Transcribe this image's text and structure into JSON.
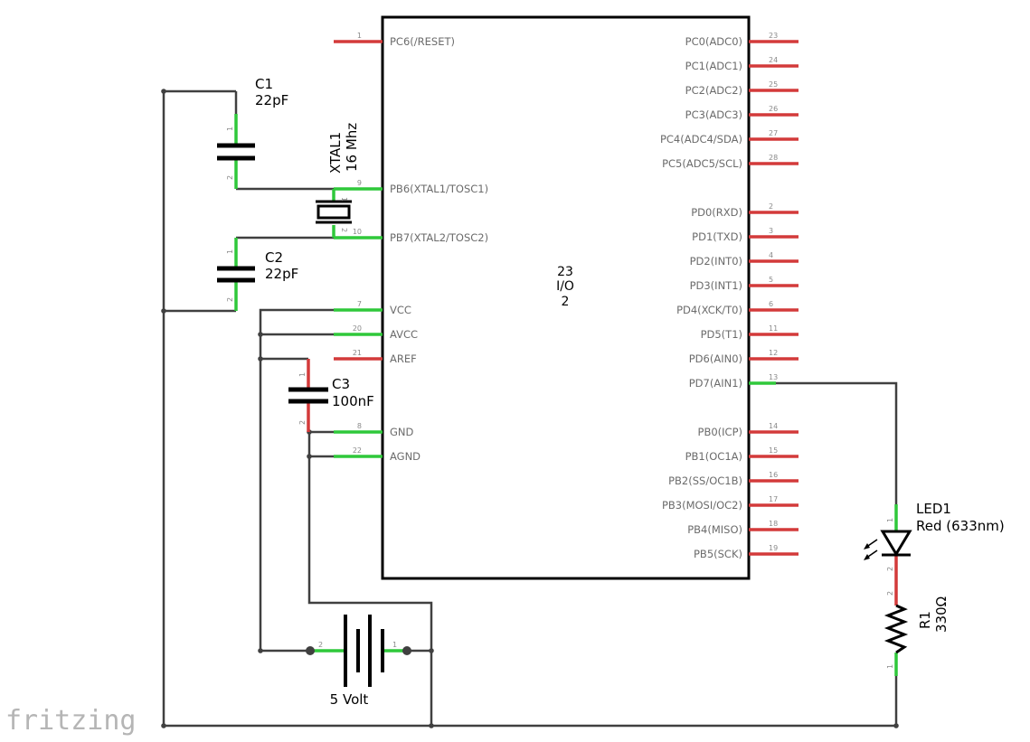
{
  "colors": {
    "wire": "#404040",
    "pin_unconnected": "#d33a3a",
    "pin_connected": "#2fc83a",
    "outline": "#000000",
    "logo": "#b5b5b5"
  },
  "logo": "fritzing",
  "chip": {
    "label_line1": "23",
    "label_line2": "I/O",
    "label_line3": "2"
  },
  "left_pins": [
    {
      "num": "1",
      "label": "PC6(/RESET)",
      "connected": false
    },
    {
      "num": "9",
      "label": "PB6(XTAL1/TOSC1)",
      "connected": true
    },
    {
      "num": "10",
      "label": "PB7(XTAL2/TOSC2)",
      "connected": true
    },
    {
      "num": "7",
      "label": "VCC",
      "connected": true
    },
    {
      "num": "20",
      "label": "AVCC",
      "connected": true
    },
    {
      "num": "21",
      "label": "AREF",
      "connected": false
    },
    {
      "num": "8",
      "label": "GND",
      "connected": true
    },
    {
      "num": "22",
      "label": "AGND",
      "connected": true
    }
  ],
  "right_pins": [
    {
      "num": "23",
      "label": "PC0(ADC0)",
      "connected": false
    },
    {
      "num": "24",
      "label": "PC1(ADC1)",
      "connected": false
    },
    {
      "num": "25",
      "label": "PC2(ADC2)",
      "connected": false
    },
    {
      "num": "26",
      "label": "PC3(ADC3)",
      "connected": false
    },
    {
      "num": "27",
      "label": "PC4(ADC4/SDA)",
      "connected": false
    },
    {
      "num": "28",
      "label": "PC5(ADC5/SCL)",
      "connected": false
    },
    {
      "num": "2",
      "label": "PD0(RXD)",
      "connected": false
    },
    {
      "num": "3",
      "label": "PD1(TXD)",
      "connected": false
    },
    {
      "num": "4",
      "label": "PD2(INT0)",
      "connected": false
    },
    {
      "num": "5",
      "label": "PD3(INT1)",
      "connected": false
    },
    {
      "num": "6",
      "label": "PD4(XCK/T0)",
      "connected": false
    },
    {
      "num": "11",
      "label": "PD5(T1)",
      "connected": false
    },
    {
      "num": "12",
      "label": "PD6(AIN0)",
      "connected": false
    },
    {
      "num": "13",
      "label": "PD7(AIN1)",
      "connected": true
    },
    {
      "num": "14",
      "label": "PB0(ICP)",
      "connected": false
    },
    {
      "num": "15",
      "label": "PB1(OC1A)",
      "connected": false
    },
    {
      "num": "16",
      "label": "PB2(SS/OC1B)",
      "connected": false
    },
    {
      "num": "17",
      "label": "PB3(MOSI/OC2)",
      "connected": false
    },
    {
      "num": "18",
      "label": "PB4(MISO)",
      "connected": false
    },
    {
      "num": "19",
      "label": "PB5(SCK)",
      "connected": false
    }
  ],
  "components": {
    "c1": {
      "name": "C1",
      "value": "22pF",
      "pin1": "1",
      "pin2": "2"
    },
    "c2": {
      "name": "C2",
      "value": "22pF",
      "pin1": "1",
      "pin2": "2"
    },
    "c3": {
      "name": "C3",
      "value": "100nF",
      "pin1": "1",
      "pin2": "2"
    },
    "xtal": {
      "name": "XTAL1",
      "value": "16 Mhz",
      "pin1": "1",
      "pin2": "2"
    },
    "battery": {
      "label": "5 Volt",
      "pin1": "1",
      "pin2": "2"
    },
    "led": {
      "name": "LED1",
      "value": "Red (633nm)",
      "pin1": "1",
      "pin2": "2"
    },
    "r1": {
      "name": "R1",
      "value": "330Ω",
      "pin1": "1",
      "pin2": "2"
    }
  }
}
